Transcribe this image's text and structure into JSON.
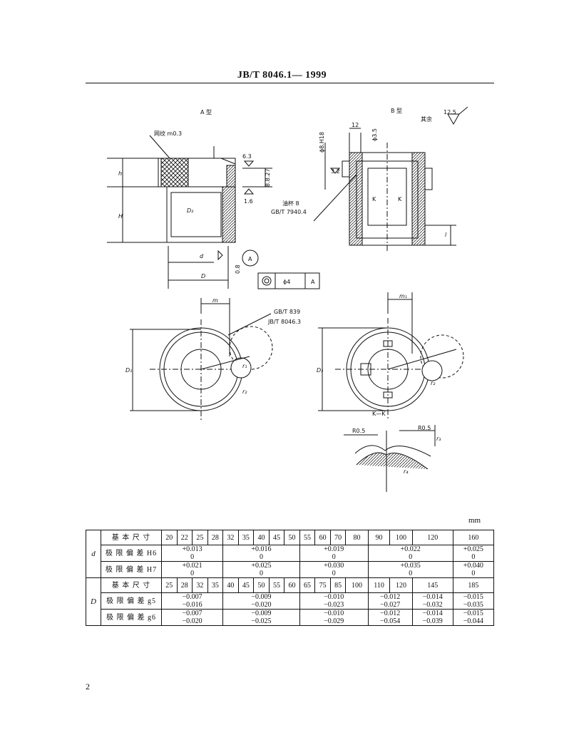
{
  "header": "JB/T  8046.1— 1999",
  "unit": "mm",
  "page_number": "2",
  "drawing": {
    "type_a": "A 型",
    "type_b": "B 型",
    "rest": "其余",
    "knurl": "网纹 m0.3",
    "r63": "6.3",
    "r16": "1.6",
    "r32": "3.2",
    "r125": "12.5",
    "tol": "8.8.27",
    "phi6_4": "ϕ4",
    "datum": "A",
    "tol08": "0.8",
    "phi_h8": "ϕ8.H18",
    "d12": "12",
    "phi35": "ϕ3.5",
    "oilcup": "油杯 8",
    "oilcup_std": "GB/T 7940.4",
    "std1": "GB/T 839",
    "std2": "JB/T 8046.3",
    "kk": "K—K",
    "k": "K",
    "r05": "R0.5",
    "labels": {
      "h": "h",
      "H": "H",
      "D2": "D₂",
      "d": "d",
      "D": "D",
      "m": "m",
      "D1": "D₁",
      "r1": "r₁",
      "r2": "r₂",
      "D3": "D₃",
      "m1": "m₁",
      "r3": "r₃",
      "r4": "r₄",
      "l": "l"
    }
  },
  "table": {
    "d_symbol": "d",
    "D_symbol": "D",
    "d_size_label": "基 本 尺 寸",
    "d_sizes": [
      "20",
      "22",
      "25",
      "28",
      "32",
      "35",
      "40",
      "45",
      "50",
      "55",
      "60",
      "70",
      "80",
      "90",
      "100",
      "120",
      "160"
    ],
    "h6_label": "极 限 偏 差 H6",
    "h6": [
      {
        "u": "+0.013",
        "l": "0"
      },
      {
        "u": "+0.016",
        "l": "0"
      },
      {
        "u": "+0.019",
        "l": "0"
      },
      {
        "u": "+0.022",
        "l": "0"
      },
      {
        "u": "+0.025",
        "l": "0"
      }
    ],
    "h7_label": "极 限 偏 差 H7",
    "h7": [
      {
        "u": "+0.021",
        "l": "0"
      },
      {
        "u": "+0.025",
        "l": "0"
      },
      {
        "u": "+0.030",
        "l": "0"
      },
      {
        "u": "+0.035",
        "l": "0"
      },
      {
        "u": "+0.040",
        "l": "0"
      }
    ],
    "D_size_label": "基 本 尺 寸",
    "D_sizes": [
      "25",
      "28",
      "32",
      "35",
      "40",
      "45",
      "50",
      "55",
      "60",
      "65",
      "75",
      "85",
      "100",
      "110",
      "120",
      "145",
      "185"
    ],
    "g5_label": "极 限 偏 差 g5",
    "g5": [
      {
        "u": "−0.007",
        "l": "−0.016"
      },
      {
        "u": "−0.009",
        "l": "−0.020"
      },
      {
        "u": "−0.010",
        "l": "−0.023"
      },
      {
        "u": "−0.012",
        "l": "−0.027"
      },
      {
        "u": "−0.014",
        "l": "−0.032"
      },
      {
        "u": "−0.015",
        "l": "−0.035"
      }
    ],
    "g6_label": "极 限 偏 差 g6",
    "g6": [
      {
        "u": "−0.007",
        "l": "−0.020"
      },
      {
        "u": "−0.009",
        "l": "−0.025"
      },
      {
        "u": "−0.010",
        "l": "−0.029"
      },
      {
        "u": "−0.012",
        "l": "−0.054"
      },
      {
        "u": "−0.014",
        "l": "−0.039"
      },
      {
        "u": "−0.015",
        "l": "−0.044"
      }
    ]
  }
}
